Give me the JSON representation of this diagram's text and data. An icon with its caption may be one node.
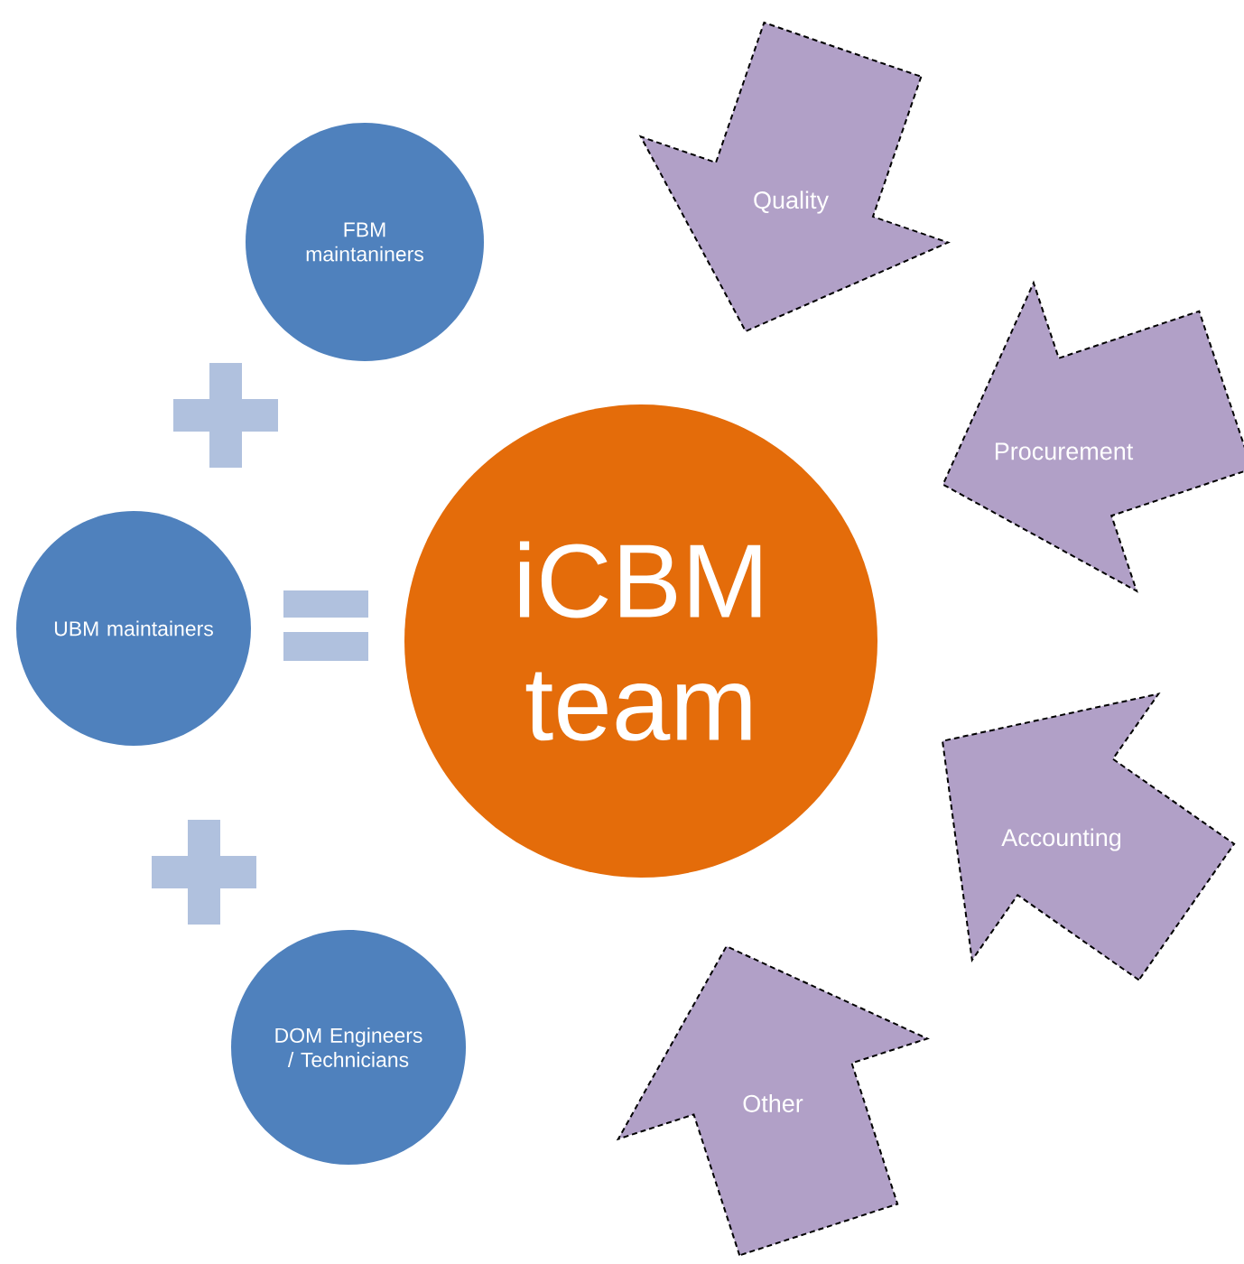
{
  "diagram": {
    "nodes": [
      {
        "text": [
          "FBM maintaniners"
        ]
      },
      {
        "text": [
          "UBM maintainers"
        ]
      },
      {
        "text": [
          "DOM Engineers / Technicians"
        ]
      },
      {
        "text": [
          "iCBM team"
        ]
      },
      {
        "text": [
          "Quality"
        ]
      },
      {
        "text": [
          "Procurement"
        ]
      },
      {
        "text": [
          "Accounting"
        ]
      },
      {
        "text": [
          "Other"
        ]
      }
    ]
  }
}
